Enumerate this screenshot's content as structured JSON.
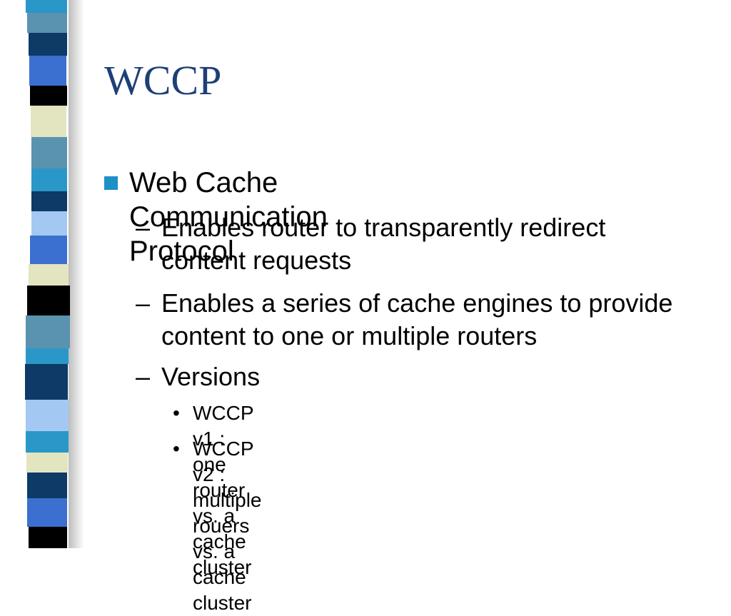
{
  "slide": {
    "title": "WCCP",
    "bullets": [
      {
        "text": "Web Cache Communication Protocol",
        "marker": "square",
        "children": [
          {
            "marker": "–",
            "text": "Enables router to transparently redirect content requests"
          },
          {
            "marker": "–",
            "text": "Enables a series of cache engines to provide content to one or multiple routers"
          },
          {
            "marker": "–",
            "text": "Versions",
            "children": [
              {
                "marker": "•",
                "text": "WCCP v1 : one router vs. a cache cluster"
              },
              {
                "marker": "•",
                "text": "WCCP v2 : multiple rouers vs. a cache cluster"
              }
            ]
          }
        ]
      }
    ]
  },
  "colors": {
    "title": "#1e3f78",
    "bullet": "#1f8fc8",
    "stripes": [
      "#2a97c9",
      "#5a93b0",
      "#0d3a66",
      "#3b6fd0",
      "#000000",
      "#e3e4c0",
      "#a3c9f2"
    ]
  }
}
